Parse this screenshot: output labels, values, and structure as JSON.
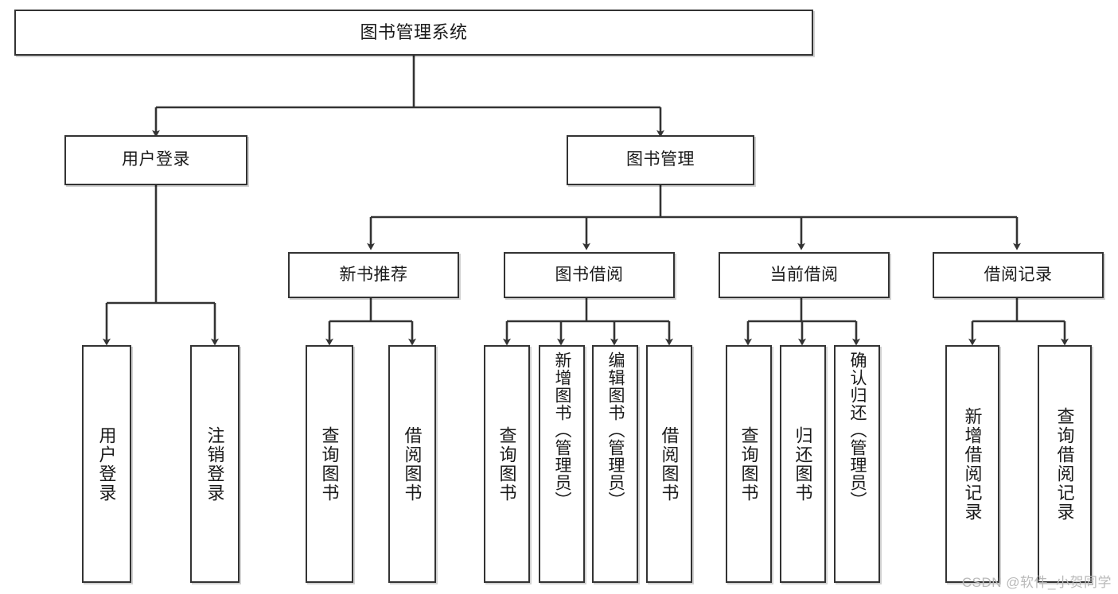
{
  "diagram": {
    "title": "图书管理系统",
    "type": "tree-hierarchy-chart",
    "watermark": "CSDN @软件_小贺同学",
    "colors": {
      "border": "#333333",
      "background": "#ffffff",
      "text": "#1a1a1a",
      "edge": "#333333",
      "watermark": "#b9b9b9"
    },
    "nodes": {
      "root": {
        "label": "图书管理系统"
      },
      "level1": [
        {
          "id": "user-login",
          "label": "用户登录"
        },
        {
          "id": "book-manage",
          "label": "图书管理"
        }
      ],
      "level2": [
        {
          "id": "new-book-recommend",
          "label": "新书推荐"
        },
        {
          "id": "book-borrow",
          "label": "图书借阅"
        },
        {
          "id": "current-borrow",
          "label": "当前借阅"
        },
        {
          "id": "borrow-record",
          "label": "借阅记录"
        }
      ],
      "leaves": {
        "user-login": [
          {
            "id": "leaf-user-login",
            "label": "用户登录"
          },
          {
            "id": "leaf-logout",
            "label": "注销登录"
          }
        ],
        "new-book-recommend": [
          {
            "id": "leaf-query-book-1",
            "label": "查询图书"
          },
          {
            "id": "leaf-borrow-book-1",
            "label": "借阅图书"
          }
        ],
        "book-borrow": [
          {
            "id": "leaf-query-book-2",
            "label": "查询图书"
          },
          {
            "id": "leaf-add-book",
            "label": "新增图书（管理员）"
          },
          {
            "id": "leaf-edit-book",
            "label": "编辑图书（管理员）"
          },
          {
            "id": "leaf-borrow-book-2",
            "label": "借阅图书"
          }
        ],
        "current-borrow": [
          {
            "id": "leaf-query-book-3",
            "label": "查询图书"
          },
          {
            "id": "leaf-return-book",
            "label": "归还图书"
          },
          {
            "id": "leaf-confirm-return",
            "label": "确认归还（管理员）"
          }
        ],
        "borrow-record": [
          {
            "id": "leaf-add-record",
            "label": "新增借阅记录"
          },
          {
            "id": "leaf-query-record",
            "label": "查询借阅记录"
          }
        ]
      }
    },
    "edges": [
      {
        "from": "图书管理系统",
        "to": "用户登录"
      },
      {
        "from": "图书管理系统",
        "to": "图书管理"
      },
      {
        "from": "图书管理",
        "to": "新书推荐"
      },
      {
        "from": "图书管理",
        "to": "图书借阅"
      },
      {
        "from": "图书管理",
        "to": "当前借阅"
      },
      {
        "from": "图书管理",
        "to": "借阅记录"
      },
      {
        "from": "用户登录",
        "to": "用户登录"
      },
      {
        "from": "用户登录",
        "to": "注销登录"
      },
      {
        "from": "新书推荐",
        "to": "查询图书"
      },
      {
        "from": "新书推荐",
        "to": "借阅图书"
      },
      {
        "from": "图书借阅",
        "to": "查询图书"
      },
      {
        "from": "图书借阅",
        "to": "新增图书（管理员）"
      },
      {
        "from": "图书借阅",
        "to": "编辑图书（管理员）"
      },
      {
        "from": "图书借阅",
        "to": "借阅图书"
      },
      {
        "from": "当前借阅",
        "to": "查询图书"
      },
      {
        "from": "当前借阅",
        "to": "归还图书"
      },
      {
        "from": "当前借阅",
        "to": "确认归还（管理员）"
      },
      {
        "from": "借阅记录",
        "to": "新增借阅记录"
      },
      {
        "from": "借阅记录",
        "to": "查询借阅记录"
      }
    ]
  }
}
